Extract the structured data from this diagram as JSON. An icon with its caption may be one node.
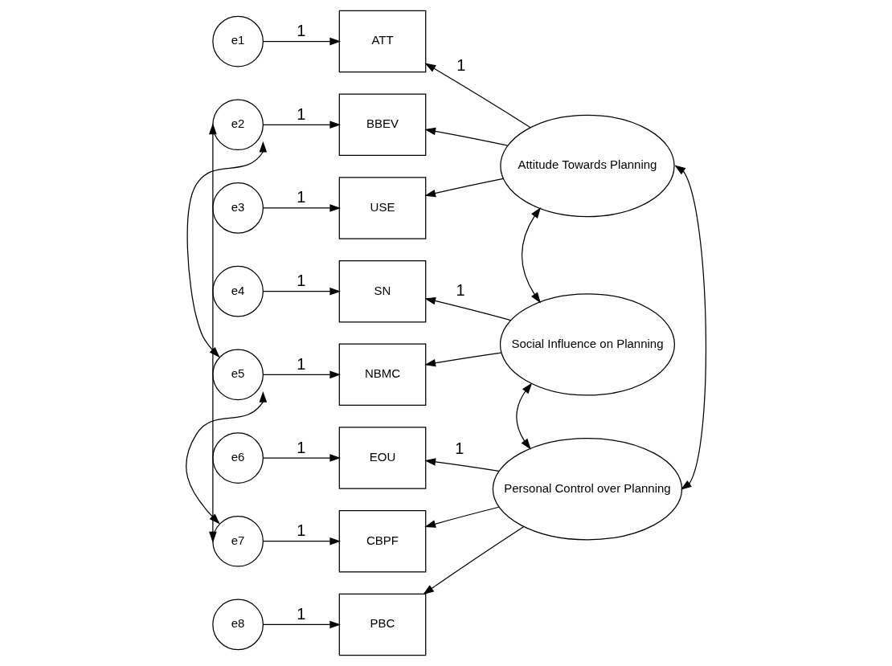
{
  "diagram": {
    "nodes": [
      {
        "text": [
          "e1"
        ]
      },
      {
        "text": [
          "e2"
        ]
      },
      {
        "text": [
          "e3"
        ]
      },
      {
        "text": [
          "e4"
        ]
      },
      {
        "text": [
          "e5"
        ]
      },
      {
        "text": [
          "e6"
        ]
      },
      {
        "text": [
          "e7"
        ]
      },
      {
        "text": [
          "e8"
        ]
      },
      {
        "text": [
          "ATT"
        ]
      },
      {
        "text": [
          "BBEV"
        ]
      },
      {
        "text": [
          "USE"
        ]
      },
      {
        "text": [
          "SN"
        ]
      },
      {
        "text": [
          "NBMC"
        ]
      },
      {
        "text": [
          "EOU"
        ]
      },
      {
        "text": [
          "CBPF"
        ]
      },
      {
        "text": [
          "PBC"
        ]
      },
      {
        "text": [
          "Attitude Towards Planning"
        ]
      },
      {
        "text": [
          "Social Influence on Planning"
        ]
      },
      {
        "text": [
          "Personal Control over Planning"
        ]
      }
    ],
    "edges": [
      {
        "from": 0,
        "to": 8,
        "arrow": "to",
        "label": "1"
      },
      {
        "from": 1,
        "to": 9,
        "arrow": "to",
        "label": "1"
      },
      {
        "from": 2,
        "to": 10,
        "arrow": "to",
        "label": "1"
      },
      {
        "from": 3,
        "to": 11,
        "arrow": "to",
        "label": "1"
      },
      {
        "from": 4,
        "to": 12,
        "arrow": "to",
        "label": "1"
      },
      {
        "from": 5,
        "to": 13,
        "arrow": "to",
        "label": "1"
      },
      {
        "from": 6,
        "to": 14,
        "arrow": "to",
        "label": "1"
      },
      {
        "from": 7,
        "to": 15,
        "arrow": "to",
        "label": "1"
      },
      {
        "from": 16,
        "to": 8,
        "arrow": "to",
        "label": "1"
      },
      {
        "from": 16,
        "to": 9,
        "arrow": "to"
      },
      {
        "from": 16,
        "to": 10,
        "arrow": "to"
      },
      {
        "from": 17,
        "to": 11,
        "arrow": "to",
        "label": "1"
      },
      {
        "from": 17,
        "to": 12,
        "arrow": "to"
      },
      {
        "from": 18,
        "to": 13,
        "arrow": "to",
        "label": "1"
      },
      {
        "from": 18,
        "to": 14,
        "arrow": "to"
      },
      {
        "from": 18,
        "to": 15,
        "arrow": "to"
      },
      {
        "from": 1,
        "to": 4,
        "arrow": "both"
      },
      {
        "from": 1,
        "to": 6,
        "arrow": "both"
      },
      {
        "from": 4,
        "to": 6,
        "arrow": "both"
      },
      {
        "from": 16,
        "to": 17,
        "arrow": "both"
      },
      {
        "from": 16,
        "to": 18,
        "arrow": "both"
      },
      {
        "from": 17,
        "to": 18,
        "arrow": "both"
      }
    ]
  }
}
